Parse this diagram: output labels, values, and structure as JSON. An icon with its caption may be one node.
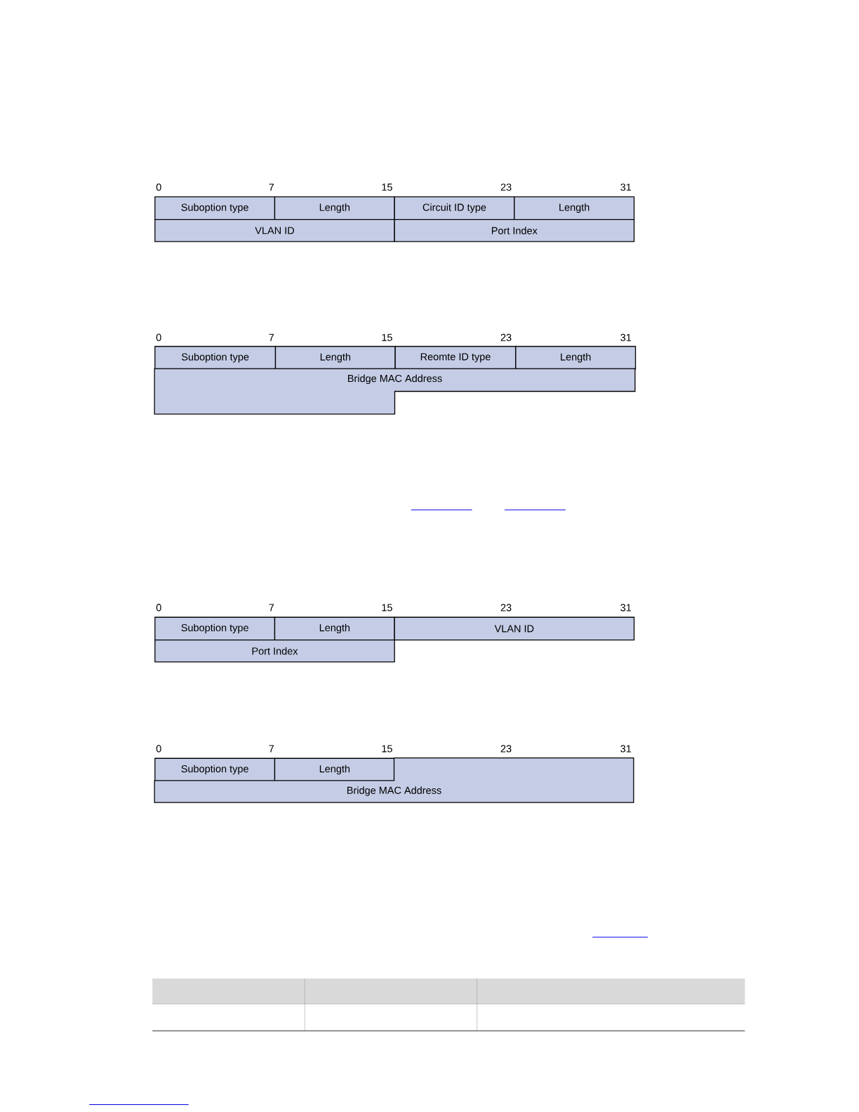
{
  "diagram": {
    "nodes": [
      {
        "text": [
          "Suboption type"
        ]
      },
      {
        "text": [
          "Length"
        ]
      },
      {
        "text": [
          "Circuit ID type"
        ]
      },
      {
        "text": [
          "Length"
        ]
      },
      {
        "text": [
          "VLAN ID"
        ]
      },
      {
        "text": [
          "Port Index"
        ]
      },
      {
        "text": [
          "Suboption type"
        ]
      },
      {
        "text": [
          "Length"
        ]
      },
      {
        "text": [
          "Reomte ID type"
        ]
      },
      {
        "text": [
          "Length"
        ]
      },
      {
        "text": [
          "Bridge MAC Address"
        ]
      },
      {
        "text": [
          "Suboption type"
        ]
      },
      {
        "text": [
          "Length"
        ]
      },
      {
        "text": [
          "VLAN ID"
        ]
      },
      {
        "text": [
          "Port Index"
        ]
      },
      {
        "text": [
          "Suboption type"
        ]
      },
      {
        "text": [
          "Length"
        ]
      },
      {
        "text": [
          "Bridge MAC Address"
        ]
      }
    ],
    "edges": [],
    "labels": [
      "0",
      "7",
      "15",
      "23",
      "31",
      "0",
      "7",
      "15",
      "23",
      "31",
      "0",
      "7",
      "15",
      "23",
      "31",
      "0",
      "7",
      "15",
      "23",
      "31"
    ]
  }
}
